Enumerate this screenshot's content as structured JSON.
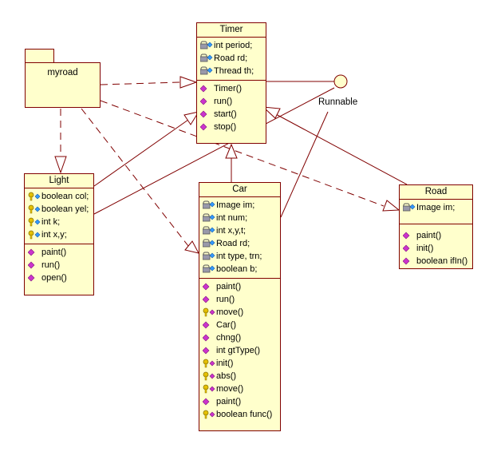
{
  "package": {
    "name": "myroad"
  },
  "interface": {
    "name": "Runnable"
  },
  "colors": {
    "box_fill": "#ffffcc",
    "border": "#800000",
    "method_marker": "#cc00cc",
    "field_marker": "#3399ff"
  },
  "classes": {
    "timer": {
      "name": "Timer",
      "attributes": [
        "int period;",
        "Road rd;",
        "Thread th;"
      ],
      "methods": [
        "Timer()",
        "run()",
        "start()",
        "stop()"
      ]
    },
    "light": {
      "name": "Light",
      "attributes": [
        "boolean col;",
        "boolean yel;",
        "int k;",
        "int x,y;"
      ],
      "methods": [
        "paint()",
        "run()",
        "open()"
      ]
    },
    "car": {
      "name": "Car",
      "attributes": [
        "Image im;",
        "int num;",
        "int x,y,t;",
        "Road rd;",
        "int type, trn;",
        "boolean b;"
      ],
      "methods": [
        "paint()",
        "run()",
        "move()",
        "Car()",
        "chng()",
        "int gtType()",
        "init()",
        "abs()",
        "move()",
        "paint()",
        "boolean func()"
      ]
    },
    "road": {
      "name": "Road",
      "attributes": [
        "Image im;"
      ],
      "methods": [
        "paint()",
        "init()",
        "boolean ifIn()"
      ]
    }
  }
}
